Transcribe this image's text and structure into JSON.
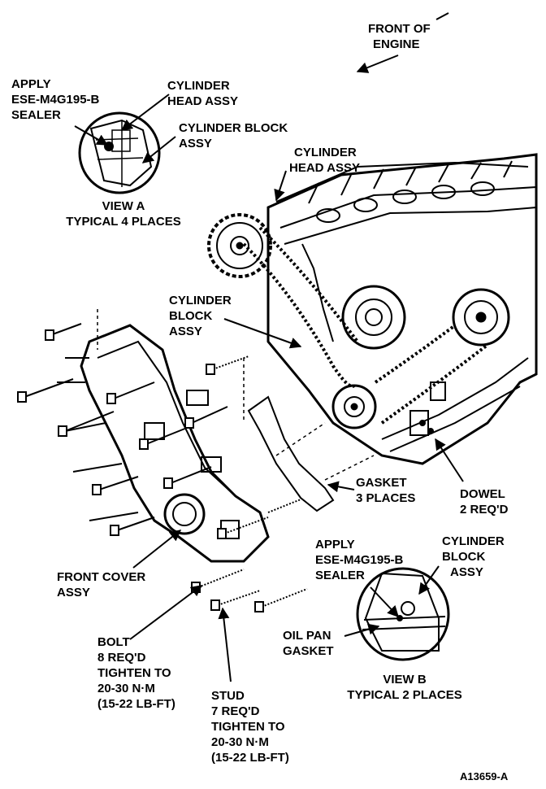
{
  "labels": {
    "front_of_engine": [
      "FRONT OF",
      "ENGINE"
    ],
    "apply_sealer_a": [
      "APPLY",
      "ESE-M4G195-B",
      "SEALER"
    ],
    "cylinder_head_assy_a": [
      "CYLINDER",
      "HEAD ASSY"
    ],
    "cylinder_block_assy_a": [
      "CYLINDER BLOCK",
      "ASSY"
    ],
    "view_a": [
      "VIEW A",
      "TYPICAL 4 PLACES"
    ],
    "cylinder_head_assy_main": [
      "CYLINDER",
      "HEAD ASSY"
    ],
    "cylinder_block_assy_main": [
      "CYLINDER",
      "BLOCK",
      "ASSY"
    ],
    "gasket": [
      "GASKET",
      "3 PLACES"
    ],
    "dowel": [
      "DOWEL",
      "2 REQ'D"
    ],
    "cylinder_block_assy_b": [
      "CYLINDER",
      "BLOCK",
      "ASSY"
    ],
    "apply_sealer_b": [
      "APPLY",
      "ESE-M4G195-B",
      "SEALER"
    ],
    "front_cover_assy": [
      "FRONT COVER",
      "ASSY"
    ],
    "oil_pan_gasket": [
      "OIL PAN",
      "GASKET"
    ],
    "view_b": [
      "VIEW B",
      "TYPICAL 2 PLACES"
    ],
    "bolt": [
      "BOLT",
      "8 REQ'D",
      "TIGHTEN TO",
      "20-30 N·m",
      "(15-22 LB-FT)"
    ],
    "stud": [
      "STUD",
      "7 REQ'D",
      "TIGHTEN TO",
      "20-30 N·m",
      "(15-22 LB-FT)"
    ],
    "figure_id": "A13659-A"
  },
  "colors": {
    "ink": "#000000",
    "paper": "#ffffff"
  }
}
